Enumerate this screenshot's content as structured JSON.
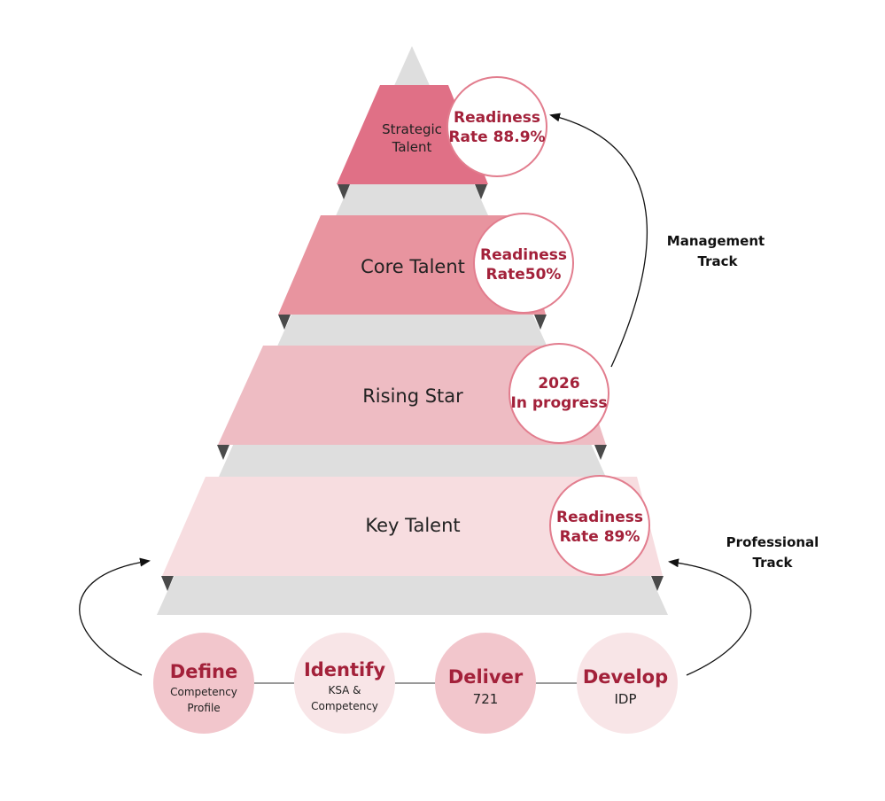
{
  "colors": {
    "pyramid_gray": "#dedede",
    "tier_strategic": "#e07086",
    "tier_core": "#e8949f",
    "tier_rising": "#eebcc3",
    "tier_key": "#f7dde0",
    "badge_border": "#e27d8e",
    "accent_text": "#a3213a",
    "step_dark": "#f2c6cc",
    "step_light": "#f8e5e7"
  },
  "tiers": [
    {
      "label_line1": "Strategic",
      "label_line2": "Talent",
      "badge_line1": "Readiness",
      "badge_line2": "Rate 88.9%"
    },
    {
      "label": "Core Talent",
      "badge_line1": "Readiness",
      "badge_line2": "Rate50%"
    },
    {
      "label": "Rising Star",
      "badge_line1": "2026",
      "badge_line2": "In progress"
    },
    {
      "label": "Key Talent",
      "badge_line1": "Readiness",
      "badge_line2": "Rate 89%"
    }
  ],
  "tracks": {
    "management": {
      "line1": "Management",
      "line2": "Track"
    },
    "professional": {
      "line1": "Professional",
      "line2": "Track"
    }
  },
  "steps": [
    {
      "title": "Define",
      "sub_line1": "Competency",
      "sub_line2": "Profile"
    },
    {
      "title": "Identify",
      "sub_line1": "KSA &",
      "sub_line2": "Competency"
    },
    {
      "title": "Deliver",
      "sub_line1": "721",
      "sub_line2": ""
    },
    {
      "title": "Develop",
      "sub_line1": "IDP",
      "sub_line2": ""
    }
  ]
}
